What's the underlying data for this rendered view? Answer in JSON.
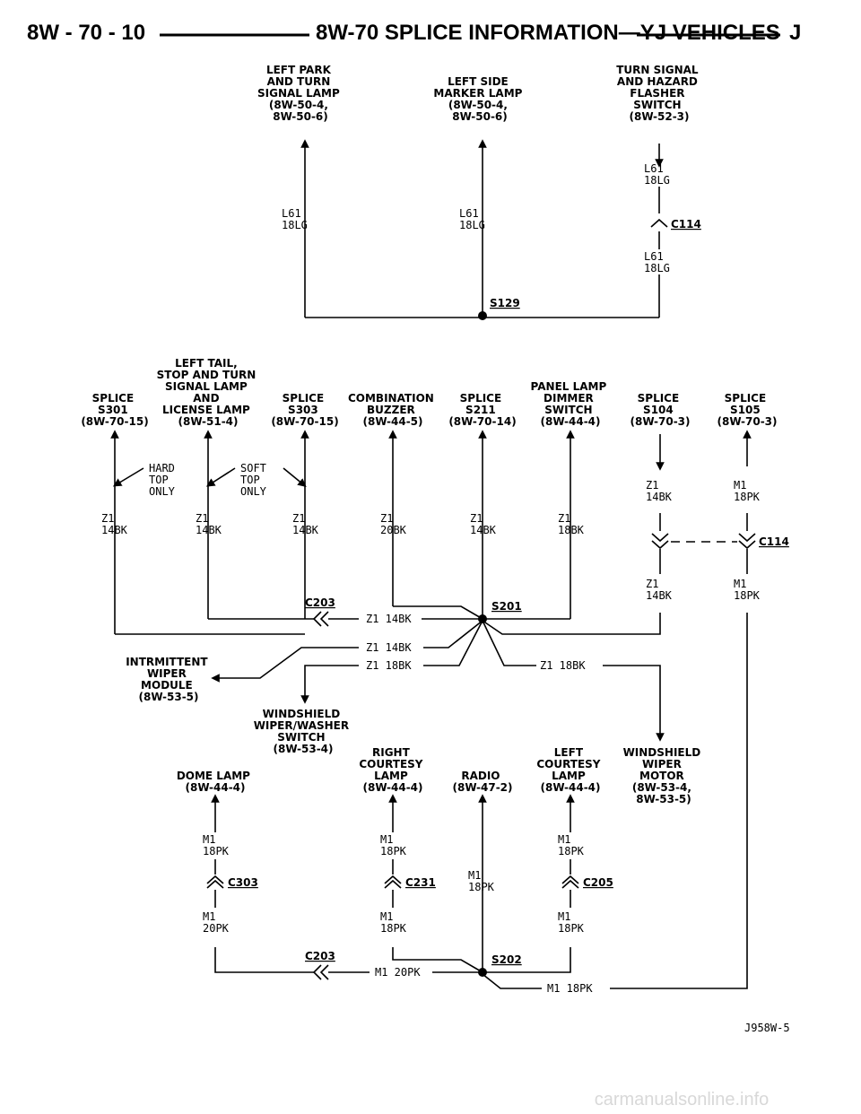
{
  "header": {
    "page_number": "8W - 70 - 10",
    "title": "8W-70 SPLICE INFORMATION—YJ VEHICLES",
    "section_letter": "J"
  },
  "top": {
    "left_park": [
      "LEFT PARK",
      "AND TURN",
      "SIGNAL LAMP",
      "(8W-50-4,",
      "8W-50-6)"
    ],
    "left_side": [
      "LEFT SIDE",
      "MARKER LAMP",
      "(8W-50-4,",
      "8W-50-6)"
    ],
    "turn_flasher": [
      "TURN SIGNAL",
      "AND HAZARD",
      "FLASHER",
      "SWITCH",
      "(8W-52-3)"
    ],
    "wire_l61": [
      "L61",
      "18LG"
    ],
    "c114": "C114",
    "s129": "S129"
  },
  "mid": {
    "splice_s301": [
      "SPLICE",
      "S301",
      "(8W-70-15)"
    ],
    "left_tail": [
      "LEFT TAIL,",
      "STOP AND TURN",
      "SIGNAL LAMP",
      "AND",
      "LICENSE LAMP",
      "(8W-51-4)"
    ],
    "splice_s303": [
      "SPLICE",
      "S303",
      "(8W-70-15)"
    ],
    "combination_buzzer": [
      "COMBINATION",
      "BUZZER",
      "(8W-44-5)"
    ],
    "splice_s211": [
      "SPLICE",
      "S211",
      "(8W-70-14)"
    ],
    "panel_dimmer": [
      "PANEL LAMP",
      "DIMMER",
      "SWITCH",
      "(8W-44-4)"
    ],
    "splice_s104": [
      "SPLICE",
      "S104",
      "(8W-70-3)"
    ],
    "splice_s105": [
      "SPLICE",
      "S105",
      "(8W-70-3)"
    ],
    "hard_top": [
      "HARD",
      "TOP",
      "ONLY"
    ],
    "soft_top": [
      "SOFT",
      "TOP",
      "ONLY"
    ],
    "wire_z1_14bk": [
      "Z1",
      "14BK"
    ],
    "wire_z1_20bk": [
      "Z1",
      "20BK"
    ],
    "wire_z1_18bk": [
      "Z1",
      "18BK"
    ],
    "wire_m1_18pk": [
      "M1",
      "18PK"
    ],
    "c114": "C114",
    "c203": "C203",
    "s201": "S201",
    "run_z1_14bk": "Z1 14BK",
    "run_z1_18bk": "Z1 18BK",
    "intermittent_wiper": [
      "INTRMITTENT",
      "WIPER",
      "MODULE",
      "(8W-53-5)"
    ],
    "wiper_switch": [
      "WINDSHIELD",
      "WIPER/WASHER",
      "SWITCH",
      "(8W-53-4)"
    ]
  },
  "bottom": {
    "dome_lamp": [
      "DOME LAMP",
      "(8W-44-4)"
    ],
    "right_courtesy": [
      "RIGHT",
      "COURTESY",
      "LAMP",
      "(8W-44-4)"
    ],
    "radio": [
      "RADIO",
      "(8W-47-2)"
    ],
    "left_courtesy": [
      "LEFT",
      "COURTESY",
      "LAMP",
      "(8W-44-4)"
    ],
    "wiper_motor": [
      "WINDSHIELD",
      "WIPER",
      "MOTOR",
      "(8W-53-4,",
      "8W-53-5)"
    ],
    "wire_m1_18pk": [
      "M1",
      "18PK"
    ],
    "wire_m1_20pk": [
      "M1",
      "20PK"
    ],
    "c303": "C303",
    "c231": "C231",
    "c205": "C205",
    "c203": "C203",
    "s202": "S202",
    "run_m1_20pk": "M1 20PK",
    "run_m1_18pk": "M1 18PK"
  },
  "figure_ref": "J958W-5",
  "watermark": "carmanualsonline.info"
}
